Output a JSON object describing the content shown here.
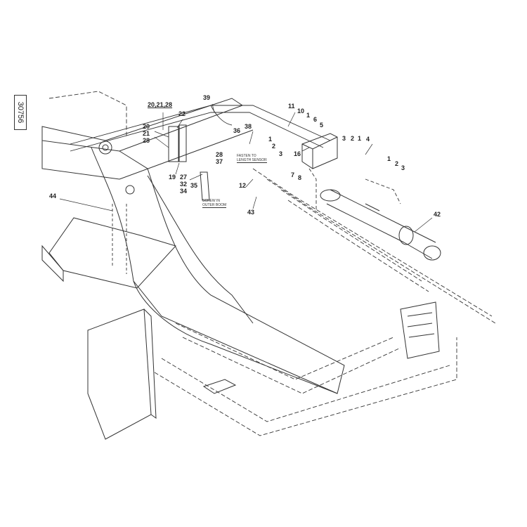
{
  "drawing_number": "30756",
  "callouts": [
    {
      "id": "c39",
      "text": "39"
    },
    {
      "id": "c20-21-28-top",
      "text": "20,21,28"
    },
    {
      "id": "c22",
      "text": "22"
    },
    {
      "id": "c20",
      "text": "20"
    },
    {
      "id": "c21",
      "text": "21"
    },
    {
      "id": "c28a",
      "text": "28"
    },
    {
      "id": "c19",
      "text": "19"
    },
    {
      "id": "c27",
      "text": "27"
    },
    {
      "id": "c32",
      "text": "32"
    },
    {
      "id": "c34",
      "text": "34"
    },
    {
      "id": "c35",
      "text": "35"
    },
    {
      "id": "c36",
      "text": "36"
    },
    {
      "id": "c38",
      "text": "38"
    },
    {
      "id": "c28b",
      "text": "28"
    },
    {
      "id": "c37",
      "text": "37"
    },
    {
      "id": "c12",
      "text": "12"
    },
    {
      "id": "c43",
      "text": "43"
    },
    {
      "id": "c11",
      "text": "11"
    },
    {
      "id": "c10",
      "text": "10"
    },
    {
      "id": "c1a",
      "text": "1"
    },
    {
      "id": "c6",
      "text": "6"
    },
    {
      "id": "c5",
      "text": "5"
    },
    {
      "id": "c1b",
      "text": "1"
    },
    {
      "id": "c2a",
      "text": "2"
    },
    {
      "id": "c3a",
      "text": "3"
    },
    {
      "id": "c16",
      "text": "16"
    },
    {
      "id": "c7",
      "text": "7"
    },
    {
      "id": "c8",
      "text": "8"
    },
    {
      "id": "c3b",
      "text": "3"
    },
    {
      "id": "c2b",
      "text": "2"
    },
    {
      "id": "c1c",
      "text": "1"
    },
    {
      "id": "c4",
      "text": "4"
    },
    {
      "id": "c1d",
      "text": "1"
    },
    {
      "id": "c2c",
      "text": "2"
    },
    {
      "id": "c3c",
      "text": "3"
    },
    {
      "id": "c42",
      "text": "42"
    },
    {
      "id": "c44",
      "text": "44"
    }
  ],
  "notes": {
    "length_sensor": [
      "FASTEN TO",
      "LENGTH SENSOR"
    ],
    "outer_boom": [
      "SCREW IN",
      "OUTER BOOM"
    ]
  }
}
